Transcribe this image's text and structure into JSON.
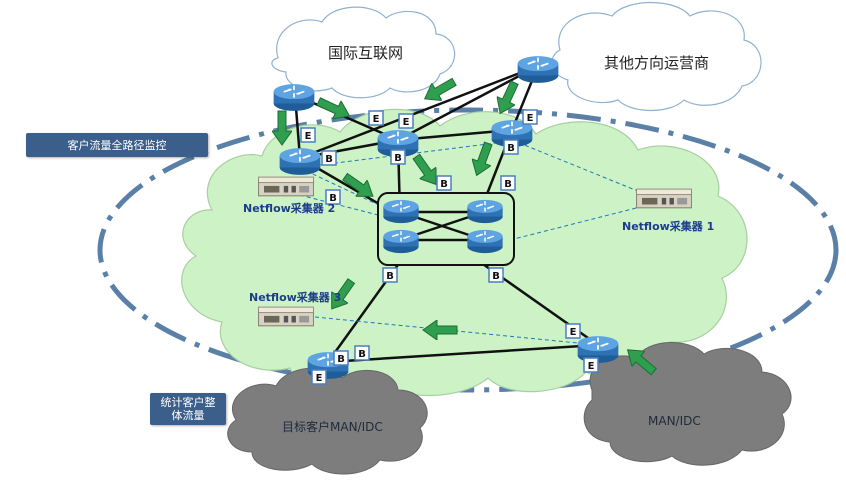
{
  "clouds": {
    "international": "国际互联网",
    "other_carriers": "其他方向运营商",
    "target_idc": "目标客户MAN/IDC",
    "man_idc": "MAN/IDC"
  },
  "labels": {
    "full_path_monitoring": "客户流量全路径监控",
    "total_traffic_stats": "统计客户整体流量",
    "collector_1": "Netflow采集器 1",
    "collector_2": "Netflow采集器 2",
    "collector_3": "Netflow采集器 3"
  },
  "interface_tags": {
    "edge": "E",
    "backbone": "B"
  },
  "colors": {
    "core_cloud": "#ccf2c5",
    "white_cloud": "#ffffff",
    "gray_cloud": "#7a7a7a",
    "router": "#3a7fc2",
    "arrow": "#2f9e4f",
    "monitor_ring": "#3d6a99",
    "banner": "#3b5f8a",
    "tag_border": "#4a7fc0"
  }
}
